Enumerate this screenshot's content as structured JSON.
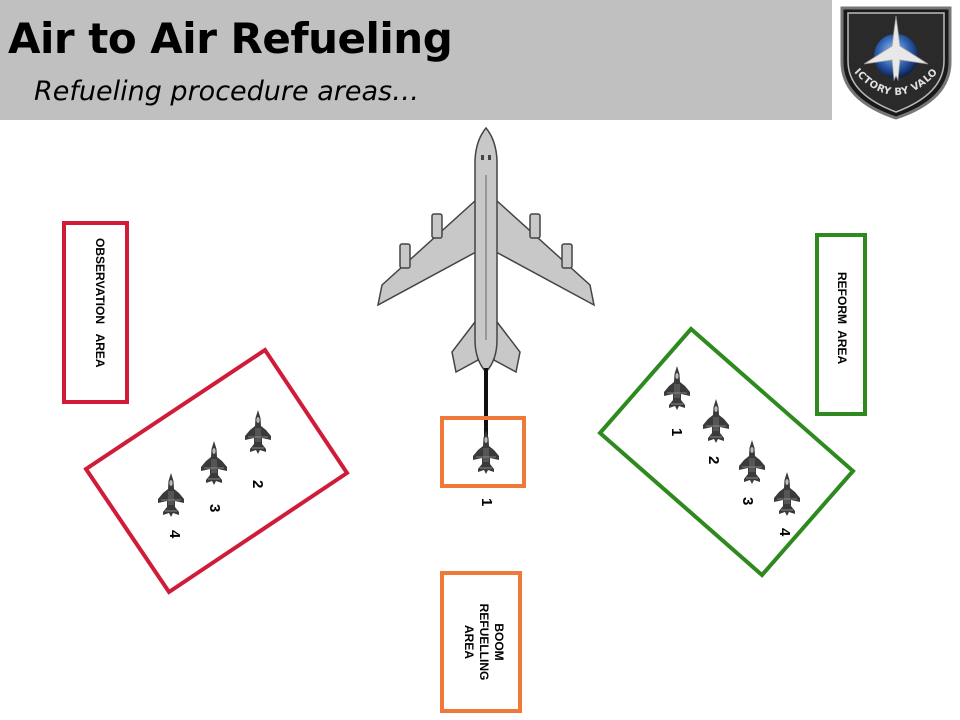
{
  "header": {
    "title": "Air to Air Refueling",
    "subtitle": "Refueling procedure areas…"
  },
  "logo": {
    "icon": "shield-badge-icon",
    "motto": "VICTORY BY VALOR"
  },
  "colors": {
    "observation": "#d01c38",
    "refueling": "#f07838",
    "reform": "#2e8a1e",
    "aircraft": "#c8c8c8",
    "fighter": "#3a3a3a"
  },
  "areas": {
    "observation_label": "OBSERVATION   AREA",
    "reform_label": "REFORM  AREA",
    "boom_label_lines": [
      "BOOM",
      "REFUELLING",
      "AREA"
    ]
  },
  "formations": {
    "observation": [
      "2",
      "3",
      "4"
    ],
    "boom": [
      "1"
    ],
    "reform": [
      "1",
      "2",
      "3",
      "4"
    ]
  }
}
